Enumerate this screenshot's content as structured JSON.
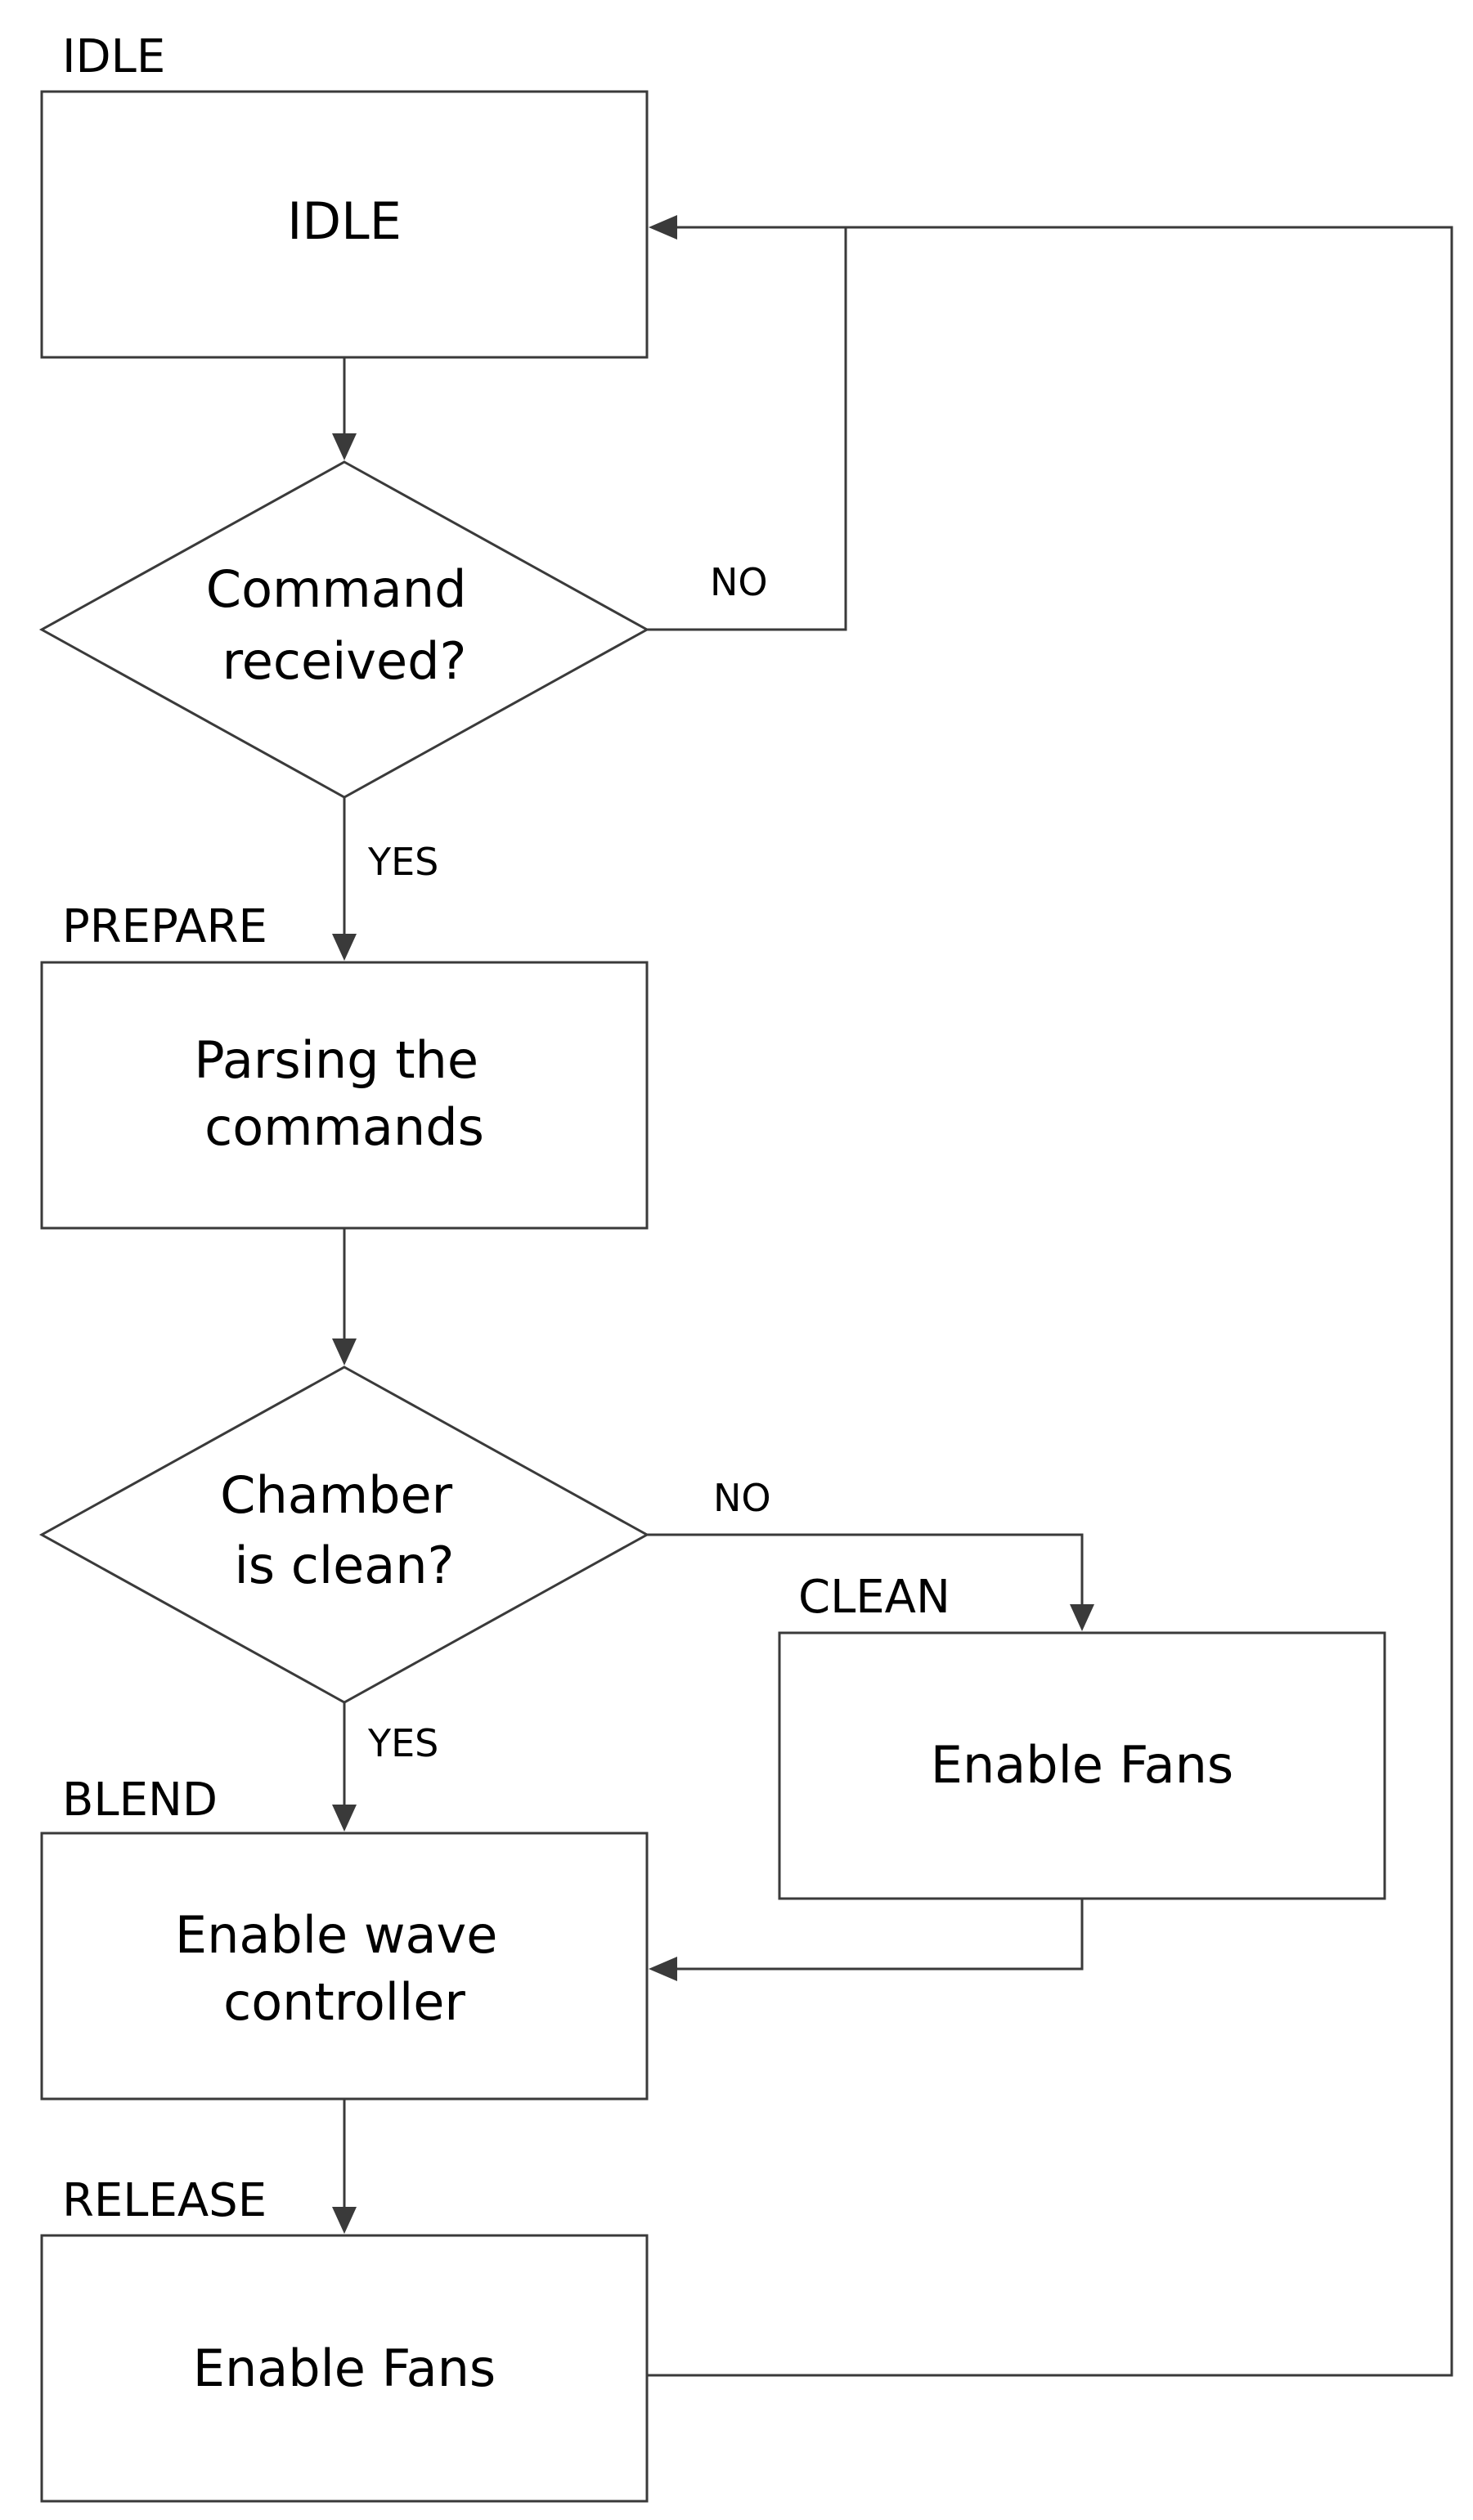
{
  "states": {
    "idle": "IDLE",
    "prepare": "PREPARE",
    "clean": "CLEAN",
    "blend": "BLEND",
    "release": "RELEASE"
  },
  "nodes": {
    "idle_box": [
      "IDLE"
    ],
    "command_decision": [
      "Command",
      "received?"
    ],
    "parse_box": [
      "Parsing the",
      "commands"
    ],
    "chamber_decision": [
      "Chamber",
      "is clean?"
    ],
    "clean_box": [
      "Enable Fans"
    ],
    "blend_box": [
      "Enable wave",
      "controller"
    ],
    "release_box": [
      "Enable Fans"
    ]
  },
  "edges": {
    "command_no": "NO",
    "command_yes": "YES",
    "chamber_no": "NO",
    "chamber_yes": "YES"
  }
}
